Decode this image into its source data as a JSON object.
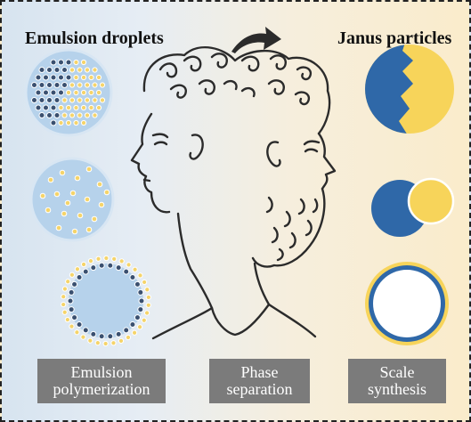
{
  "titles": {
    "left": "Emulsion droplets",
    "right": "Janus particles"
  },
  "labels": [
    {
      "line1": "Emulsion",
      "line2": "polymerization"
    },
    {
      "line1": "Phase",
      "line2": "separation"
    },
    {
      "line1": "Scale",
      "line2": "synthesis"
    }
  ],
  "colors": {
    "droplet_fill": "#b6d2eb",
    "droplet_edge": "#d8e6f3",
    "dark_particle": "#3a5070",
    "yellow_particle": "#f5d46a",
    "janus_blue": "#2f68a8",
    "janus_yellow": "#f7d45a",
    "label_bg": "#7b7b7b"
  },
  "icons": [
    "right-arrow-icon",
    "janus-head-illustration"
  ]
}
